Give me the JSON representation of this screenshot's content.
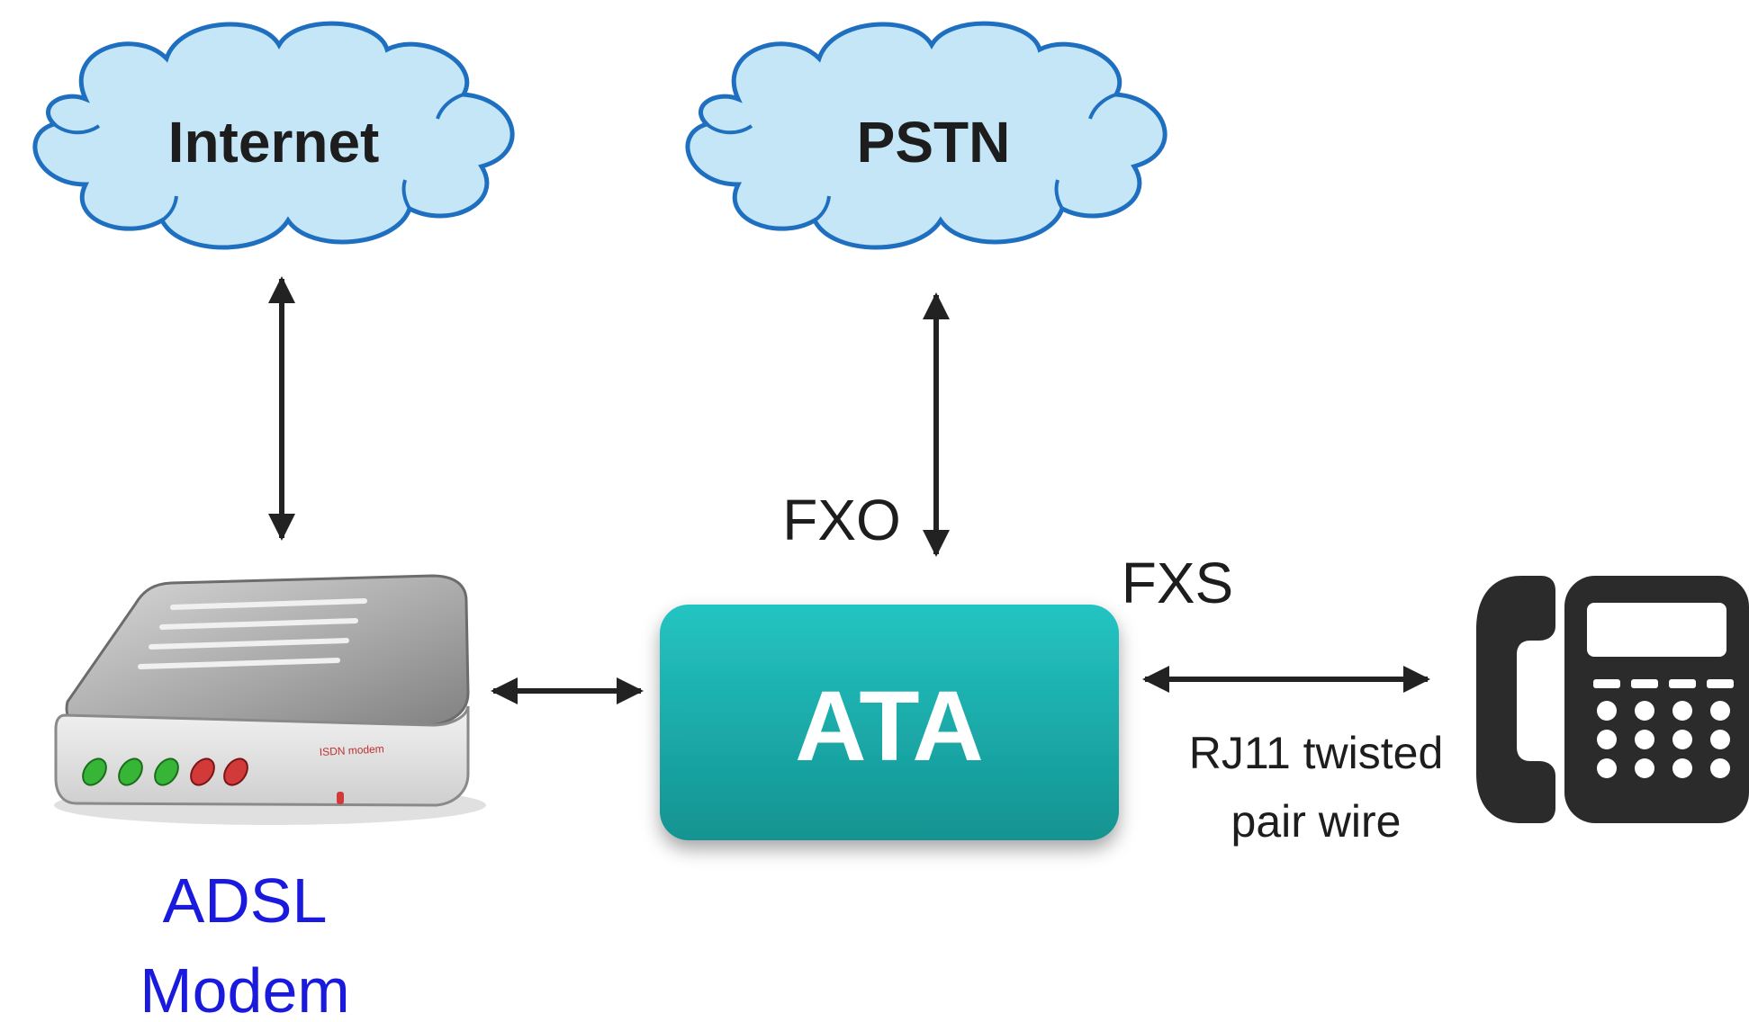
{
  "nodes": {
    "internet": {
      "label": "Internet"
    },
    "pstn": {
      "label": "PSTN"
    },
    "ata": {
      "label": "ATA"
    },
    "modem": {
      "label_line1": "ADSL",
      "label_line2": "Modem",
      "device_text": "ISDN modem"
    },
    "phone": {
      "icon": "desk-phone-icon"
    }
  },
  "labels": {
    "fxo": "FXO",
    "fxs": "FXS",
    "wire_line1": "RJ11 twisted",
    "wire_line2": "pair wire"
  },
  "colors": {
    "cloud_fill": "#c5e6f7",
    "cloud_stroke": "#1f6fc0",
    "ata_top": "#23c3c1",
    "ata_bottom": "#149290",
    "modem_label": "#1a1adf",
    "arrow": "#222222",
    "phone": "#2b2b2b"
  }
}
